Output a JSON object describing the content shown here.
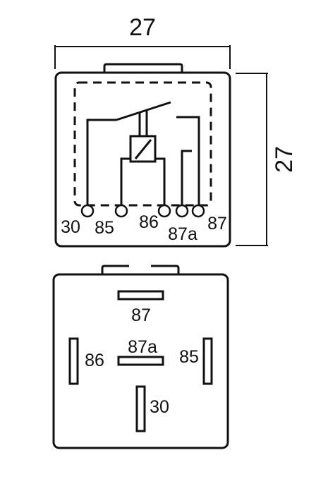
{
  "dimensions": {
    "width_label": "27",
    "height_label": "27"
  },
  "schematic": {
    "pins": [
      "30",
      "85",
      "86",
      "87a",
      "87"
    ]
  },
  "pinout": {
    "pins": [
      "87",
      "87a",
      "86",
      "85",
      "30"
    ]
  },
  "colors": {
    "line": "#111111",
    "background": "#ffffff"
  }
}
